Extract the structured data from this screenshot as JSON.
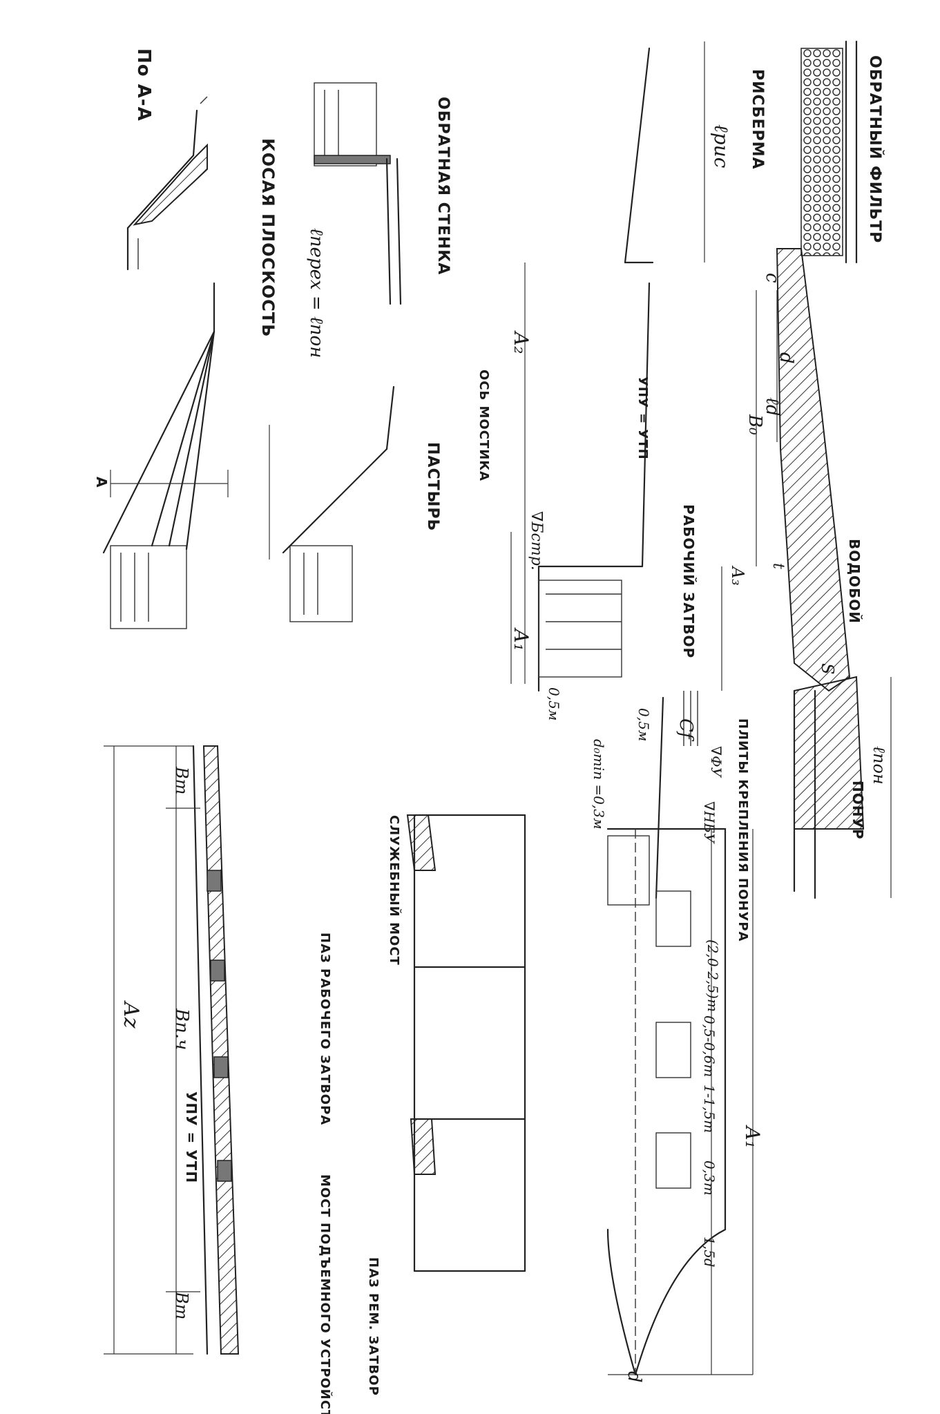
{
  "labels": {
    "po_aa": "По А-А",
    "kosaya_ploskost": "КОСАЯ ПЛОСКОСТЬ",
    "l_perekh_eq": "ℓперех = ℓпон",
    "obratnaya_stenka": "ОБРАТНАЯ СТЕНКА",
    "pastyr": "ПАСТЫРЬ",
    "section_a": "А",
    "rasserma": "РИСБЕРМА",
    "obratny_filtr": "ОБРАТНЫЙ ФИЛЬТР",
    "l_ris": "ℓрис",
    "c": "с",
    "d": "d",
    "l_d": "ℓd",
    "b0": "В₀",
    "a2": "А₂",
    "a1": "А₁",
    "a3": "А₃",
    "upu_vtp": "УПУ = УТП",
    "os_mostika": "ОСЬ МОСТИКА",
    "v_bstr": "∇Бстр.",
    "rabochy_zatvor": "РАБОЧИЙ ЗАТВОР",
    "t": "t",
    "s": "S",
    "vodoboy": "ВОДОБОЙ",
    "zero_m": "0,5м",
    "half_m": "0,5м",
    "c_f": "Cf",
    "v_fu": "∇ФУ",
    "v_nbu": "∇НБУ",
    "plity_krepleniya": "ПЛИТЫ КРЕПЛЕНИЯ ПОНУРА",
    "ponur": "ПОНУР",
    "l_pon": "ℓпон",
    "a_z": "Аz",
    "b_pch": "Вп.ч",
    "b_m_top": "Вт",
    "b_m_bottom": "Вт",
    "upu_vtp_2": "УПУ = УТП",
    "paz_rabochego": "ПАЗ РАБОЧЕГО ЗАТВОРА",
    "sluzhebny_most": "СЛУЖЕБНЫЙ МОСТ",
    "most_pod_ustr": "МОСТ ПОДЪЕМНОГО УСТРОЙСТВА",
    "paz_remont": "ПАЗ РЕМ. ЗАТВОР",
    "d_rmin": "d₀тin =0,3м",
    "dim_20_25": "(2,0-2,5)m",
    "dim_05_06": "0,5-0,6m",
    "dim_1_15": "1-1,5m",
    "dim_03": "0,3m",
    "dim_15d": "1,5d",
    "a1_bottom": "А₁",
    "d_bottom": "d"
  }
}
